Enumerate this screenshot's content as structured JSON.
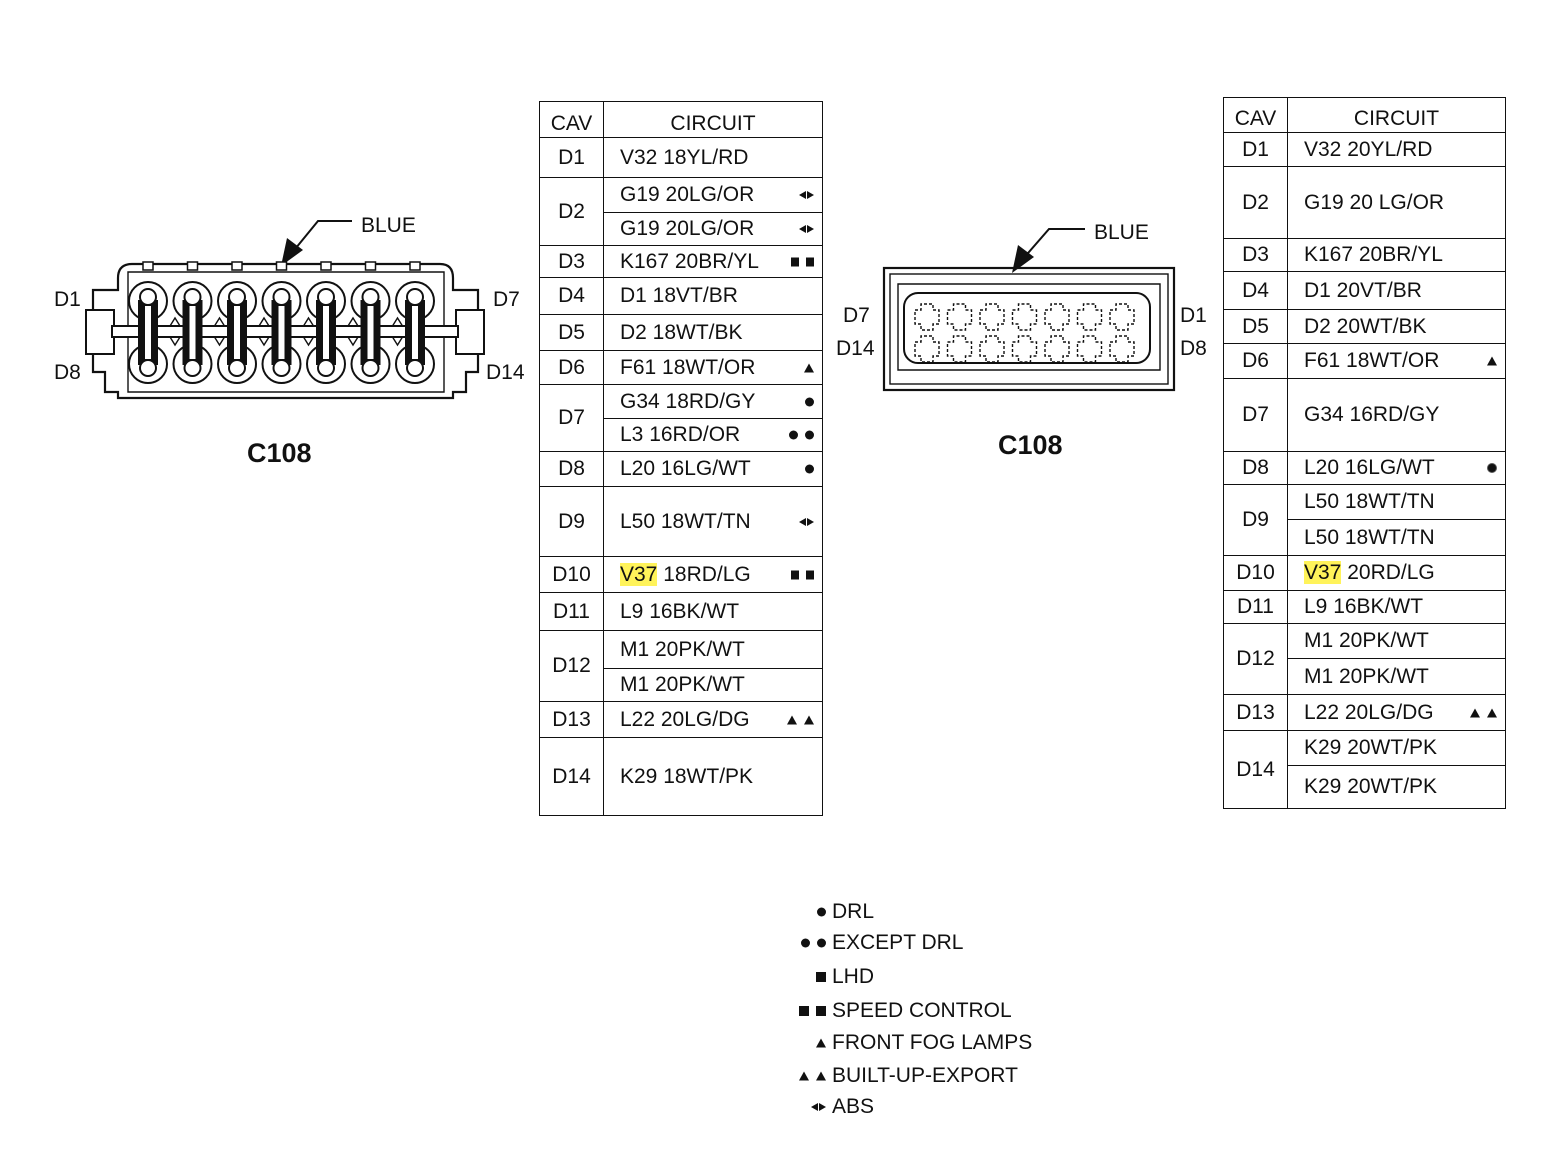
{
  "left_connector": {
    "title": "C108",
    "color_label": "BLUE",
    "pin_labels": {
      "top_left": "D1",
      "top_right": "D7",
      "bottom_left": "D8",
      "bottom_right": "D14"
    }
  },
  "right_connector": {
    "title": "C108",
    "color_label": "BLUE",
    "pin_labels": {
      "top_left": "D7",
      "bottom_left": "D14",
      "top_right": "D1",
      "bottom_right": "D8"
    }
  },
  "left_table": {
    "headers": {
      "cav": "CAV",
      "circuit": "CIRCUIT"
    },
    "rows": [
      {
        "cav": "D1",
        "circuits": [
          {
            "text": "V32 18YL/RD",
            "sym": ""
          }
        ]
      },
      {
        "cav": "D2",
        "circuits": [
          {
            "text": "G19 20LG/OR",
            "sym": "abs"
          },
          {
            "text": "G19 20LG/OR",
            "sym": "abs"
          }
        ]
      },
      {
        "cav": "D3",
        "circuits": [
          {
            "text": "K167 20BR/YL",
            "sym": "sq2"
          }
        ]
      },
      {
        "cav": "D4",
        "circuits": [
          {
            "text": "D1 18VT/BR",
            "sym": ""
          }
        ]
      },
      {
        "cav": "D5",
        "circuits": [
          {
            "text": "D2 18WT/BK",
            "sym": ""
          }
        ]
      },
      {
        "cav": "D6",
        "circuits": [
          {
            "text": "F61 18WT/OR",
            "sym": "tri1"
          }
        ]
      },
      {
        "cav": "D7",
        "circuits": [
          {
            "text": "G34 18RD/GY",
            "sym": "dot1"
          },
          {
            "text": "L3 16RD/OR",
            "sym": "dot2"
          }
        ]
      },
      {
        "cav": "D8",
        "circuits": [
          {
            "text": "L20 16LG/WT",
            "sym": "dot1"
          }
        ]
      },
      {
        "cav": "D9",
        "circuits": [
          {
            "text": "L50 18WT/TN",
            "sym": "abs"
          }
        ]
      },
      {
        "cav": "D10",
        "circuits": [
          {
            "text": "V37",
            "rest": " 18RD/LG",
            "sym": "sq2"
          }
        ]
      },
      {
        "cav": "D11",
        "circuits": [
          {
            "text": "L9 16BK/WT",
            "sym": ""
          }
        ]
      },
      {
        "cav": "D12",
        "circuits": [
          {
            "text": "M1 20PK/WT",
            "sym": ""
          },
          {
            "text": "M1 20PK/WT",
            "sym": ""
          }
        ]
      },
      {
        "cav": "D13",
        "circuits": [
          {
            "text": "L22 20LG/DG",
            "sym": "tri2"
          }
        ]
      },
      {
        "cav": "D14",
        "circuits": [
          {
            "text": "K29 18WT/PK",
            "sym": ""
          }
        ]
      }
    ]
  },
  "right_table": {
    "headers": {
      "cav": "CAV",
      "circuit": "CIRCUIT"
    },
    "rows": [
      {
        "cav": "D1",
        "circuits": [
          {
            "text": "V32 20YL/RD",
            "sym": ""
          }
        ]
      },
      {
        "cav": "D2",
        "circuits": [
          {
            "text": "G19 20 LG/OR",
            "sym": ""
          }
        ]
      },
      {
        "cav": "D3",
        "circuits": [
          {
            "text": "K167 20BR/YL",
            "sym": ""
          }
        ]
      },
      {
        "cav": "D4",
        "circuits": [
          {
            "text": "D1 20VT/BR",
            "sym": ""
          }
        ]
      },
      {
        "cav": "D5",
        "circuits": [
          {
            "text": "D2 20WT/BK",
            "sym": ""
          }
        ]
      },
      {
        "cav": "D6",
        "circuits": [
          {
            "text": "F61 18WT/OR",
            "sym": "tri1"
          }
        ]
      },
      {
        "cav": "D7",
        "circuits": [
          {
            "text": "G34 16RD/GY",
            "sym": ""
          }
        ]
      },
      {
        "cav": "D8",
        "circuits": [
          {
            "text": "L20 16LG/WT",
            "sym": "dotr"
          }
        ]
      },
      {
        "cav": "D9",
        "circuits": [
          {
            "text": "L50 18WT/TN",
            "sym": ""
          },
          {
            "text": "L50 18WT/TN",
            "sym": ""
          }
        ]
      },
      {
        "cav": "D10",
        "circuits": [
          {
            "text": "V37",
            "rest": " 20RD/LG",
            "sym": ""
          }
        ]
      },
      {
        "cav": "D11",
        "circuits": [
          {
            "text": "L9 16BK/WT",
            "sym": ""
          }
        ]
      },
      {
        "cav": "D12",
        "circuits": [
          {
            "text": "M1 20PK/WT",
            "sym": ""
          },
          {
            "text": "M1 20PK/WT",
            "sym": ""
          }
        ]
      },
      {
        "cav": "D13",
        "circuits": [
          {
            "text": "L22 20LG/DG",
            "sym": "tri2"
          }
        ]
      },
      {
        "cav": "D14",
        "circuits": [
          {
            "text": "K29 20WT/PK",
            "sym": ""
          },
          {
            "text": "K29 20WT/PK",
            "sym": ""
          }
        ]
      }
    ]
  },
  "legend": [
    {
      "sym": "dot1",
      "label": "DRL"
    },
    {
      "sym": "dot2",
      "label": "EXCEPT DRL"
    },
    {
      "sym": "sq1",
      "label": "LHD"
    },
    {
      "sym": "sq2",
      "label": "SPEED CONTROL"
    },
    {
      "sym": "tri1",
      "label": "FRONT FOG LAMPS"
    },
    {
      "sym": "tri2",
      "label": "BUILT-UP-EXPORT"
    },
    {
      "sym": "abs",
      "label": "ABS"
    }
  ],
  "colors": {
    "line": "#111111",
    "highlight": "#fff35a",
    "background": "#ffffff"
  }
}
